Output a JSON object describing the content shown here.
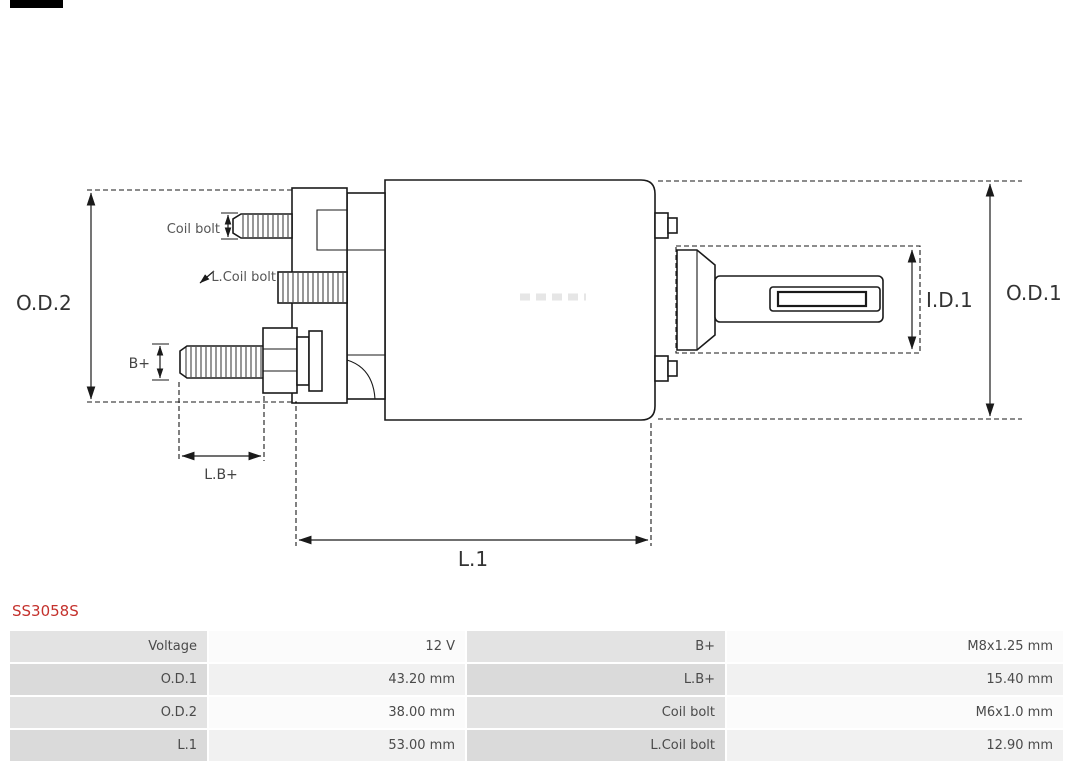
{
  "part_number": "SS3058S",
  "diagram": {
    "labels": {
      "od2": "O.D.2",
      "od1": "O.D.1",
      "id1": "I.D.1",
      "coil_bolt": "Coil bolt",
      "l_coil_bolt": "L.Coil bolt",
      "b_plus": "B+",
      "l_b_plus": "L.B+",
      "l1": "L.1"
    }
  },
  "specs": {
    "rows": [
      {
        "label1": "Voltage",
        "value1": "12 V",
        "label2": "B+",
        "value2": "M8x1.25 mm"
      },
      {
        "label1": "O.D.1",
        "value1": "43.20 mm",
        "label2": "L.B+",
        "value2": "15.40 mm"
      },
      {
        "label1": "O.D.2",
        "value1": "38.00 mm",
        "label2": "Coil bolt",
        "value2": "M6x1.0 mm"
      },
      {
        "label1": "L.1",
        "value1": "53.00 mm",
        "label2": "L.Coil bolt",
        "value2": "12.90 mm"
      }
    ]
  },
  "colors": {
    "part_number_red": "#c4312c",
    "table_label_bg": "#e3e3e3",
    "table_value_bg": "#fbfbfb",
    "diagram_line": "#1a1a1a"
  }
}
